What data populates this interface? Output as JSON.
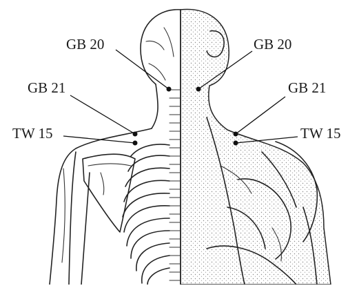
{
  "labels": {
    "gb20_left": "GB 20",
    "gb20_right": "GB 20",
    "gb21_left": "GB 21",
    "gb21_right": "GB 21",
    "tw15_left": "TW 15",
    "tw15_right": "TW 15"
  },
  "colors": {
    "ink": "#1a1a1a",
    "muscle_shade": "#e8e8e8",
    "background": "#ffffff"
  }
}
